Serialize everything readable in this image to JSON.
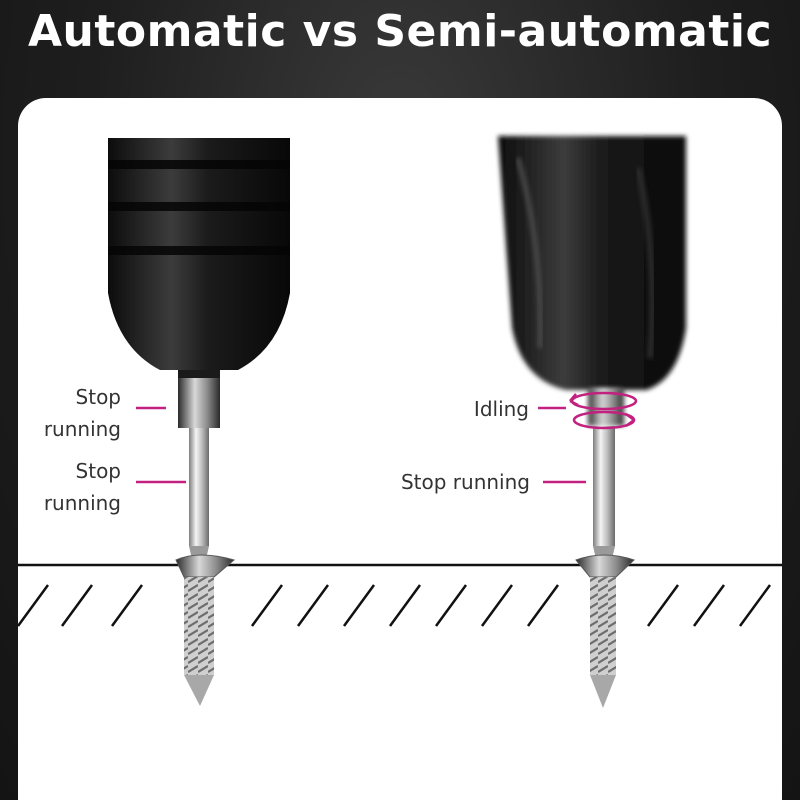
{
  "title": "Automatic vs Semi-automatic",
  "left_tool": {
    "chuck_label_line1": "Stop",
    "chuck_label_line2": "running",
    "bit_label_line1": "Stop",
    "bit_label_line2": "running"
  },
  "right_tool": {
    "chuck_label": "Idling",
    "bit_label": "Stop running"
  },
  "colors": {
    "accent": "#c2217f",
    "background": "#1e1e1e",
    "panel": "#ffffff"
  }
}
